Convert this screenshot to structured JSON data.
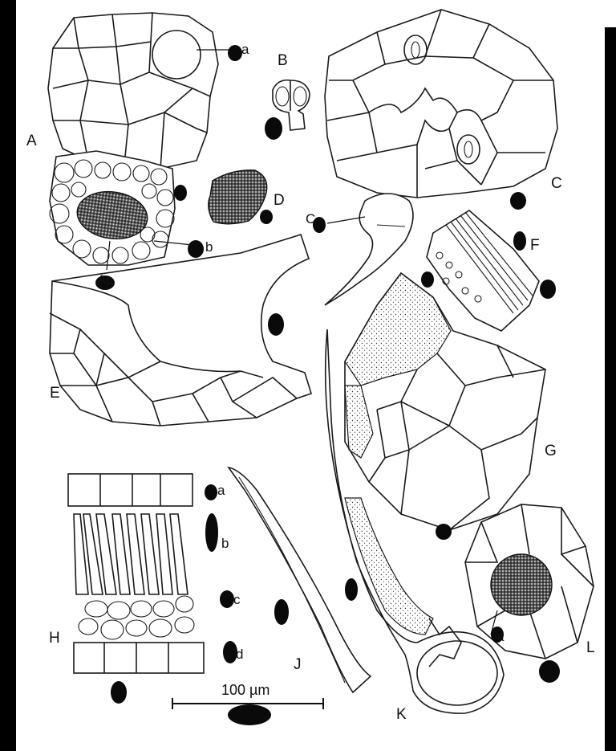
{
  "figure": {
    "panel_labels": {
      "A": "A",
      "B": "B",
      "C": "C",
      "D": "D",
      "E": "E",
      "F": "F",
      "G": "G",
      "H": "H",
      "J": "J",
      "K": "K",
      "L": "L"
    },
    "sublabels": {
      "Aa": "a",
      "Ab": "b",
      "Ac": "Ac",
      "C_hair": "C",
      "Ha": "a",
      "Hb": "b",
      "Hc": "c",
      "Hd": "d",
      "La": "a"
    },
    "scale_bar": {
      "label": "100 µm"
    },
    "colors": {
      "ink": "#1a1a1a",
      "background": "#ffffff",
      "border": "#000000"
    }
  }
}
